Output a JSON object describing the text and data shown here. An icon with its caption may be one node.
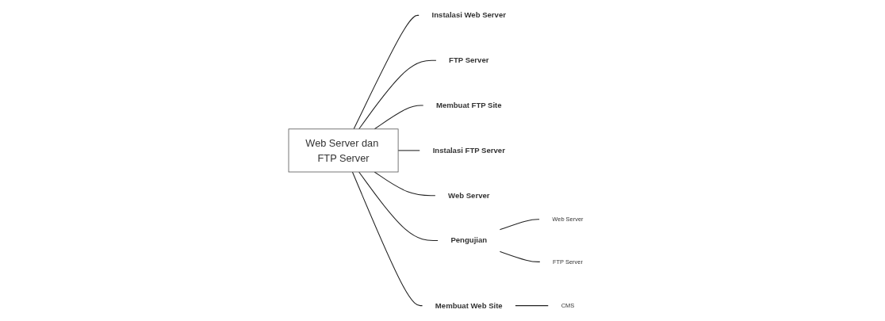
{
  "diagram": {
    "nodes": [
      {
        "text": [
          "Web Server dan FTP Server"
        ]
      },
      {
        "text": [
          "Instalasi Web Server"
        ]
      },
      {
        "text": [
          "FTP Server"
        ]
      },
      {
        "text": [
          "Membuat FTP Site"
        ]
      },
      {
        "text": [
          "Instalasi FTP Server"
        ]
      },
      {
        "text": [
          "Web Server"
        ]
      },
      {
        "text": [
          "Pengujian"
        ]
      },
      {
        "text": [
          "Web Server"
        ]
      },
      {
        "text": [
          "FTP Server"
        ]
      },
      {
        "text": [
          "Membuat Web Site"
        ]
      },
      {
        "text": [
          "CMS"
        ]
      }
    ],
    "edges": [
      {
        "from": 0,
        "to": 1,
        "arrow": "none"
      },
      {
        "from": 0,
        "to": 2,
        "arrow": "none"
      },
      {
        "from": 0,
        "to": 3,
        "arrow": "none"
      },
      {
        "from": 0,
        "to": 4,
        "arrow": "none"
      },
      {
        "from": 0,
        "to": 5,
        "arrow": "none"
      },
      {
        "from": 0,
        "to": 6,
        "arrow": "none"
      },
      {
        "from": 6,
        "to": 7,
        "arrow": "none"
      },
      {
        "from": 6,
        "to": 8,
        "arrow": "none"
      },
      {
        "from": 0,
        "to": 9,
        "arrow": "none"
      },
      {
        "from": 9,
        "to": 10,
        "arrow": "none"
      }
    ]
  }
}
